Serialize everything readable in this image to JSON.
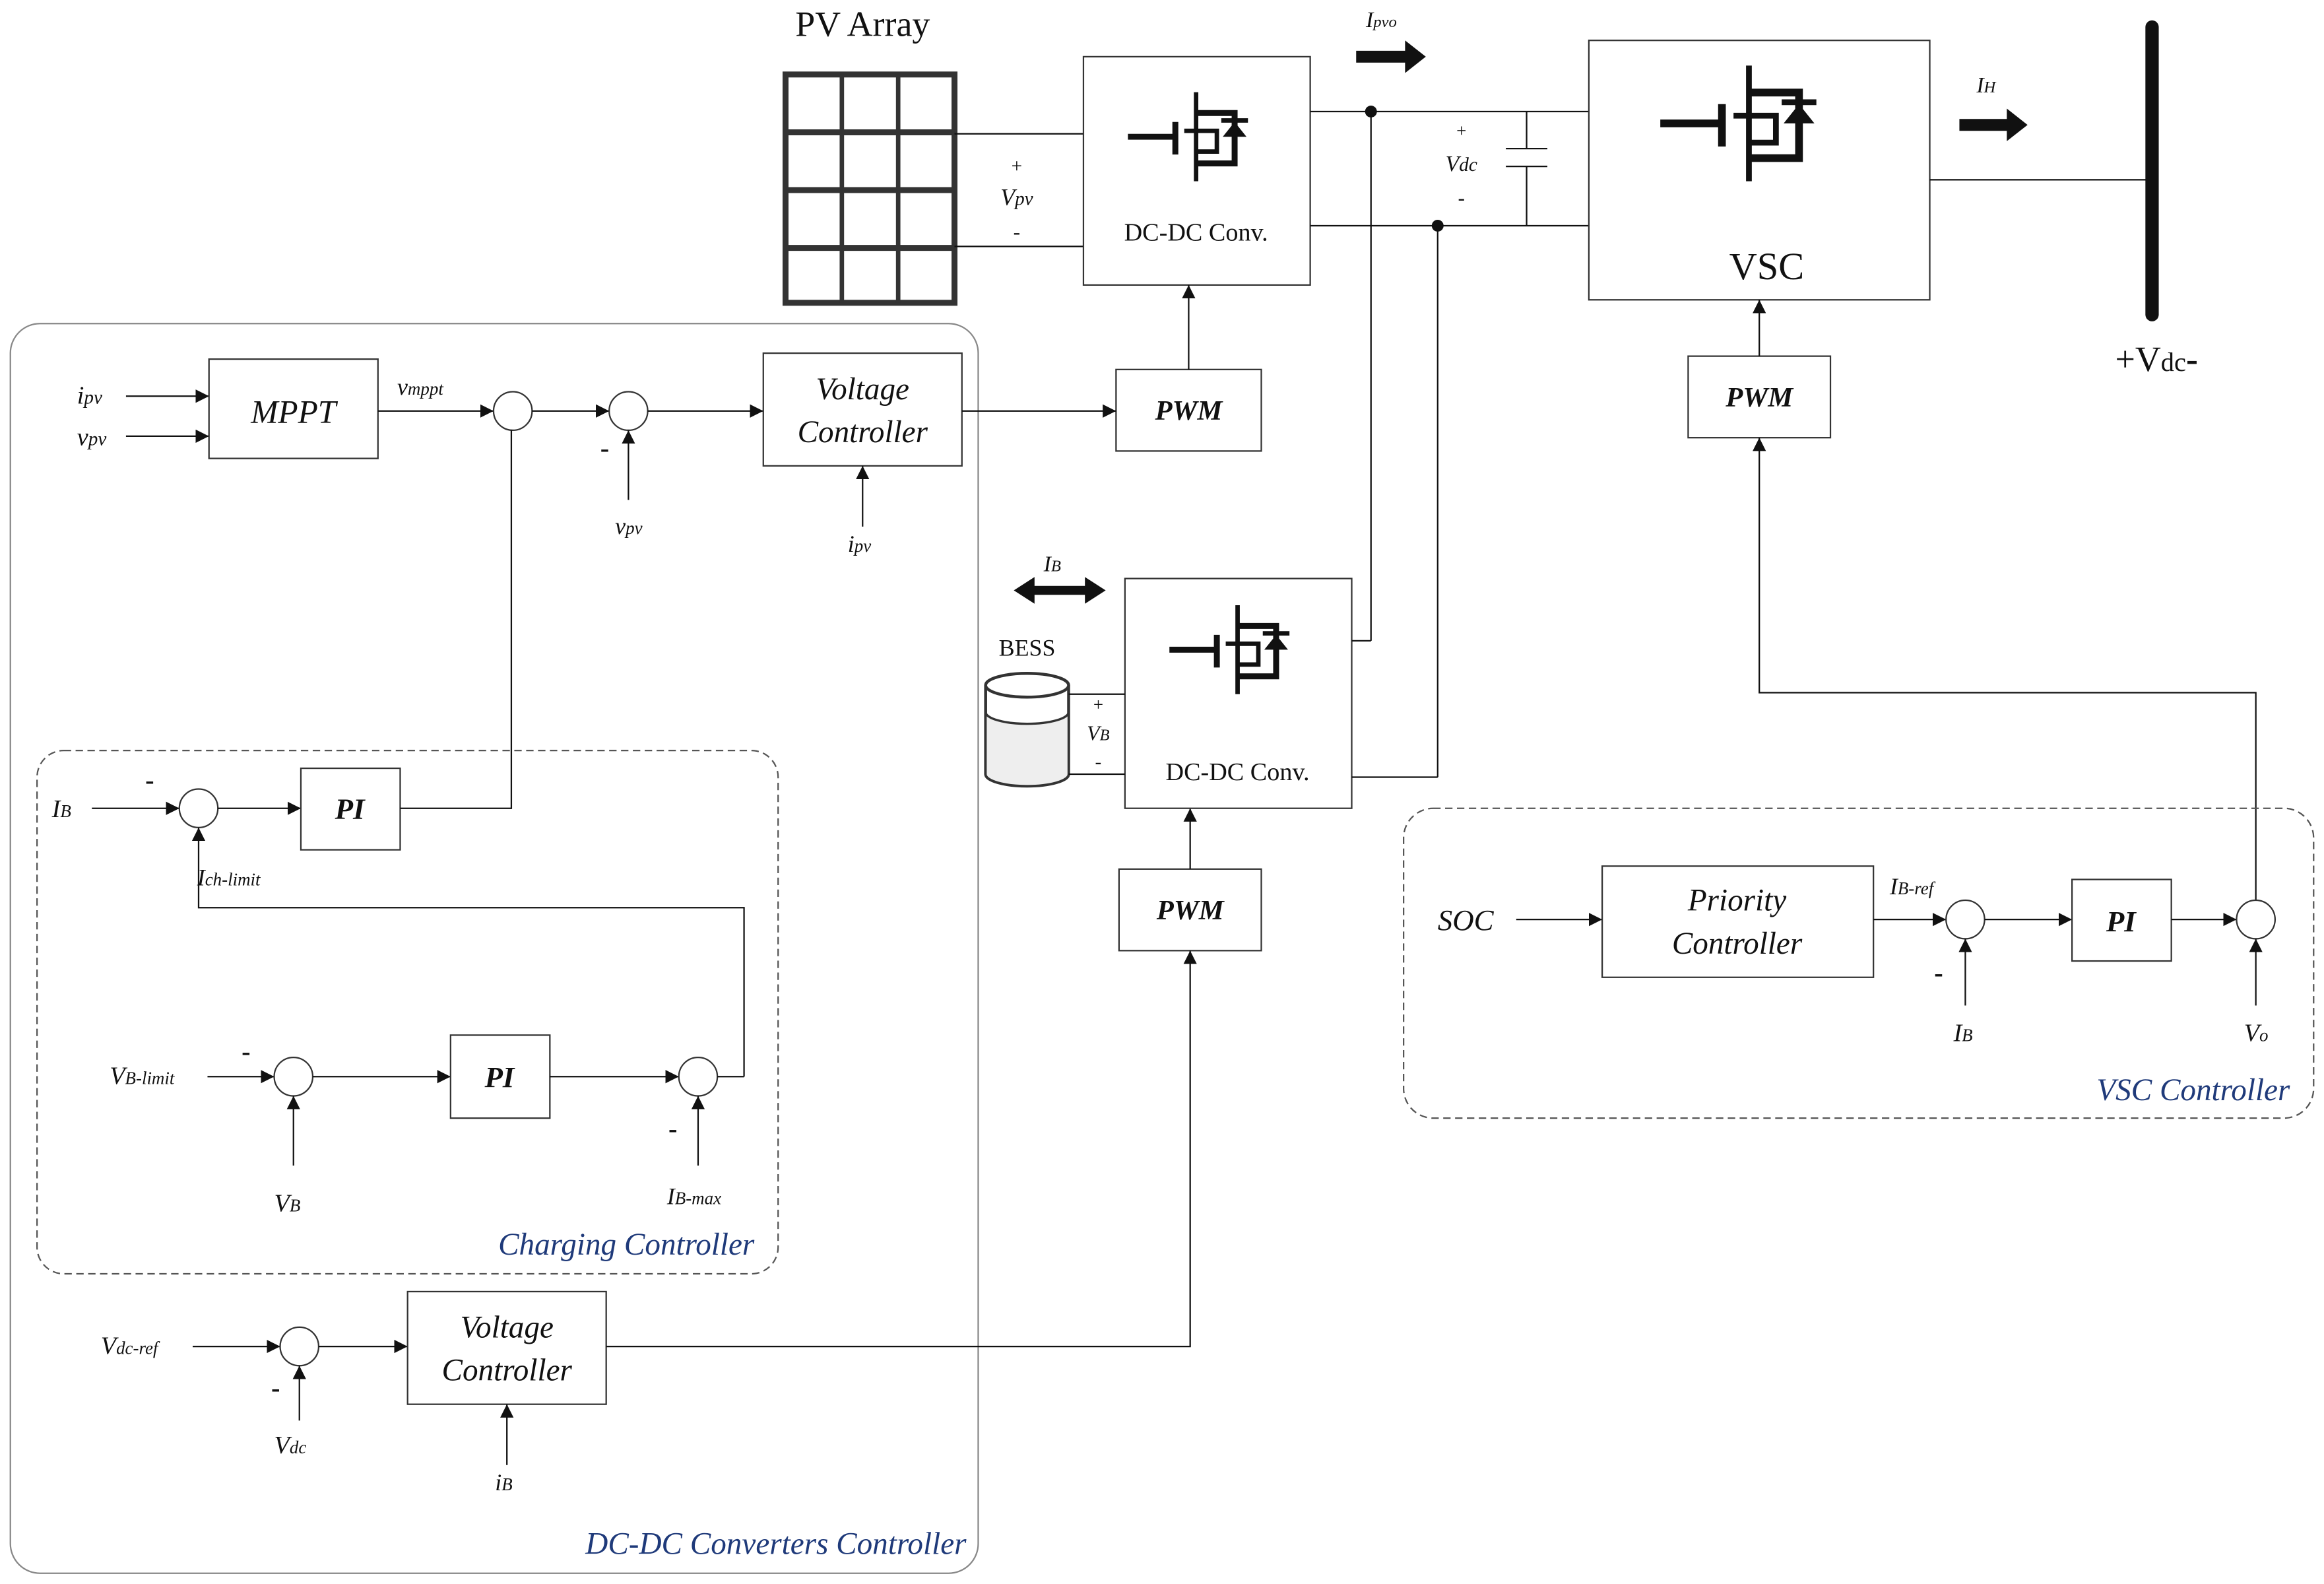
{
  "diagram": {
    "pv_array_label": "PV Array",
    "dc_dc_pv_label": "DC-DC Conv.",
    "dc_dc_bess_label": "DC-DC Conv.",
    "vsc_label": "VSC",
    "bess_label": "BESS",
    "bus_label": "+V",
    "bus_sub": "dc",
    "bus_minus": "-",
    "ipvo": "I",
    "ipvo_sub": "pvo",
    "ih": "I",
    "ih_sub": "H",
    "ib_top": "I",
    "ib_top_sub": "B",
    "vpv_plus": "+",
    "vpv": "V",
    "vpv_sub": "pv",
    "vpv_minus": "-",
    "vdc_plus": "+",
    "vdc": "V",
    "vdc_sub": "dc",
    "vdc_minus": "-",
    "vb_plus": "+",
    "vb": "V",
    "vb_sub": "B",
    "vb_minus": "-",
    "pwm1": "PWM",
    "pwm2": "PWM",
    "pwm3": "PWM"
  },
  "dcdc_controller": {
    "title": "DC-DC Converters Controller",
    "mppt": "MPPT",
    "in_ipv": "i",
    "in_ipv_sub": "pv",
    "in_vpv": "v",
    "in_vpv_sub": "pv",
    "vmppt": "v",
    "vmppt_sub": "mppt",
    "fb_vpv": "v",
    "fb_vpv_sub": "pv",
    "vc1_line1": "Voltage",
    "vc1_line2": "Controller",
    "vc1_in": "i",
    "vc1_in_sub": "pv",
    "vdcref": "V",
    "vdcref_sub": "dc-ref",
    "vdc_fb": "V",
    "vdc_fb_sub": "dc",
    "vc2_line1": "Voltage",
    "vc2_line2": "Controller",
    "vc2_in": "i",
    "vc2_in_sub": "B",
    "minus": "-"
  },
  "charging_controller": {
    "title": "Charging Controller",
    "ib": "I",
    "ib_sub": "B",
    "pi1": "PI",
    "ich": "I",
    "ich_sub": "ch-limit",
    "vblimit": "V",
    "vblimit_sub": "B-limit",
    "pi2": "PI",
    "vb": "V",
    "vb_sub": "B",
    "ibmax": "I",
    "ibmax_sub": "B-max",
    "minus": "-"
  },
  "vsc_controller": {
    "title": "VSC Controller",
    "soc": "SOC",
    "prio_line1": "Priority",
    "prio_line2": "Controller",
    "ibref": "I",
    "ibref_sub": "B-ref",
    "pi": "PI",
    "ib": "I",
    "ib_sub": "B",
    "vo": "V",
    "vo_sub": "o",
    "minus": "-"
  }
}
